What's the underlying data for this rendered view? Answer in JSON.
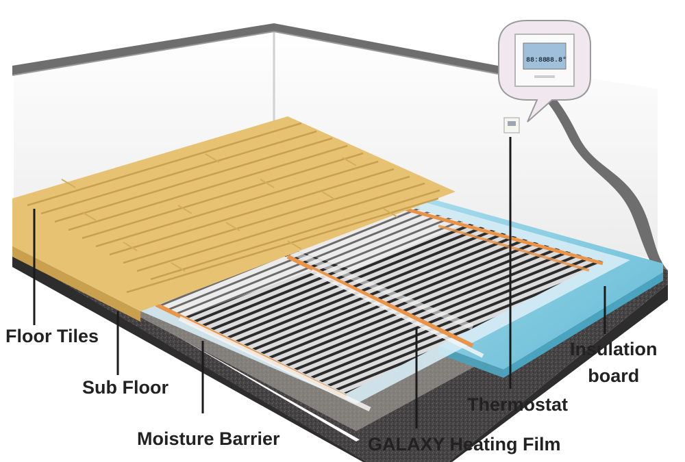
{
  "labels": {
    "floor_tiles": "Floor Tiles",
    "sub_floor": "Sub Floor",
    "moisture_barrier": "Moisture Barrier",
    "heating_film": "GALAXY Heating Film",
    "thermostat": "Thermostat",
    "insulation_line1": "Insulation",
    "insulation_line2": "board"
  },
  "thermostat_display": {
    "text_left": "88:88",
    "text_right": "88.8°"
  },
  "colors": {
    "wood": "#e6c272",
    "wood_dark": "#c9a04e",
    "wall": "#f4f4f4",
    "wall_top": "#6e6e6e",
    "insulation": "#6ec6dd",
    "concrete": "#3e3d3d",
    "film_orange": "#e8954a",
    "film_stripe": "#2a2a2a",
    "moisture": "#cfe6f1",
    "leader": "#1a1a1a"
  }
}
